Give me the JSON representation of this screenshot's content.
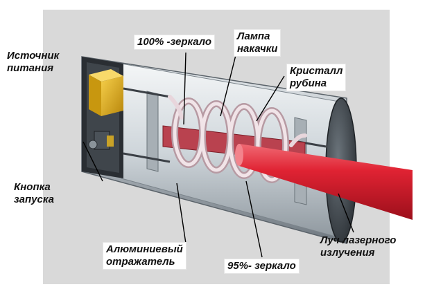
{
  "labels": {
    "power_source": [
      "Источник",
      "питания"
    ],
    "start_button": [
      "Кнопка",
      "запуска"
    ],
    "mirror_100": "100% -зеркало",
    "pump_lamp": [
      "Лампа",
      "накачки"
    ],
    "ruby_crystal": [
      "Кристалл",
      "рубина"
    ],
    "aluminum_reflector": [
      "Алюминиевый",
      "отражатель"
    ],
    "mirror_95": "95%- зеркало",
    "laser_beam": [
      "Луч лазерного",
      "излучения"
    ]
  },
  "colors": {
    "background_panel": "#d9d9d9",
    "housing": "#9aa3ab",
    "power_block": "#e3b11c",
    "beam": "#d81e2c",
    "lamp_coil": "#e8d6dc"
  }
}
